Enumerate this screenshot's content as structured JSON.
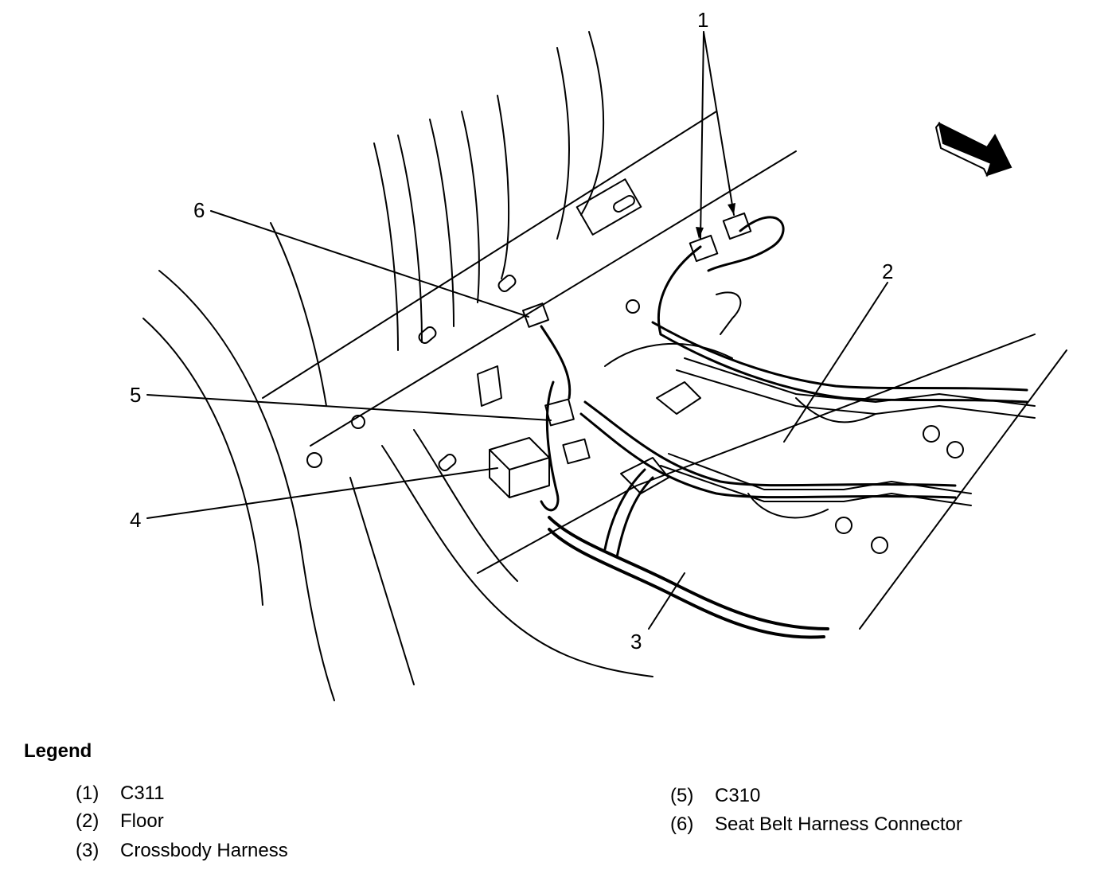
{
  "diagram": {
    "callouts": [
      "1",
      "2",
      "3",
      "4",
      "5",
      "6"
    ]
  },
  "legend": {
    "title": "Legend",
    "items": [
      {
        "num": "(1)",
        "label": "C311"
      },
      {
        "num": "(2)",
        "label": "Floor"
      },
      {
        "num": "(3)",
        "label": "Crossbody Harness"
      },
      {
        "num": "(5)",
        "label": "C310"
      },
      {
        "num": "(6)",
        "label": "Seat Belt Harness Connector"
      }
    ]
  },
  "icons": {
    "direction": "direction-arrow-icon"
  }
}
